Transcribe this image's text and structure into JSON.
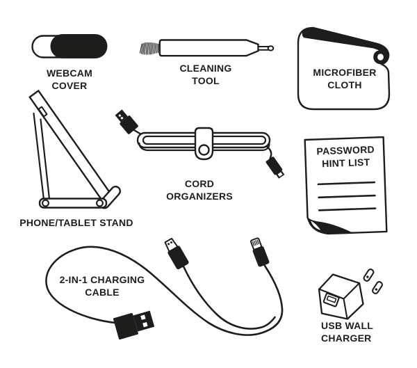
{
  "page": {
    "background": "#ffffff",
    "ink": "#1d1d1b",
    "description_labels": "product line-art diagram of accessory kit"
  },
  "items": [
    {
      "id": "webcam-cover",
      "label": "WEBCAM\nCOVER"
    },
    {
      "id": "cleaning-tool",
      "label": "CLEANING\nTOOL"
    },
    {
      "id": "microfiber-cloth",
      "label": "MICROFIBER\nCLOTH"
    },
    {
      "id": "phone-tablet-stand",
      "label": "PHONE/TABLET STAND"
    },
    {
      "id": "cord-organizers",
      "label": "CORD\nORGANIZERS"
    },
    {
      "id": "password-hint-list",
      "label": "PASSWORD\nHINT LIST"
    },
    {
      "id": "charging-cable",
      "label": "2-IN-1 CHARGING\nCABLE"
    },
    {
      "id": "usb-wall-charger",
      "label": "USB WALL\nCHARGER"
    }
  ]
}
